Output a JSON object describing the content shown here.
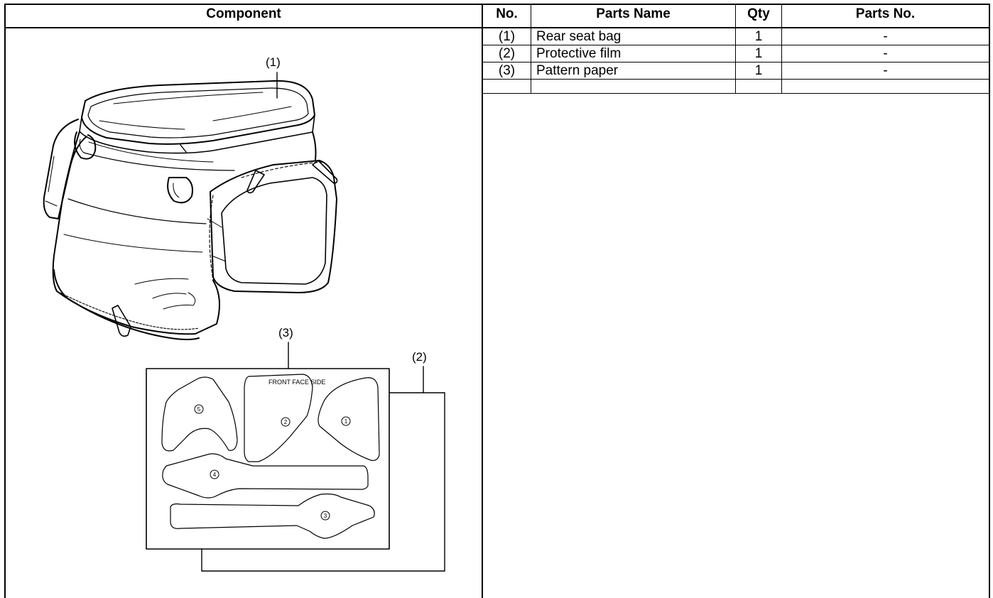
{
  "table": {
    "headers": {
      "component": "Component",
      "no": "No.",
      "parts_name": "Parts Name",
      "qty": "Qty",
      "parts_no": "Parts No."
    },
    "rows": [
      {
        "no": "(1)",
        "name": "Rear seat bag",
        "qty": "1",
        "parts_no": "-"
      },
      {
        "no": "(2)",
        "name": "Protective film",
        "qty": "1",
        "parts_no": "-"
      },
      {
        "no": "(3)",
        "name": "Pattern paper",
        "qty": "1",
        "parts_no": "-"
      }
    ]
  },
  "illustration": {
    "callout_1": "(1)",
    "callout_2": "(2)",
    "callout_3": "(3)",
    "sheet_heading": "FRONT FACE SIDE",
    "piece_numbers": [
      "5",
      "2",
      "1",
      "4",
      "3"
    ]
  }
}
